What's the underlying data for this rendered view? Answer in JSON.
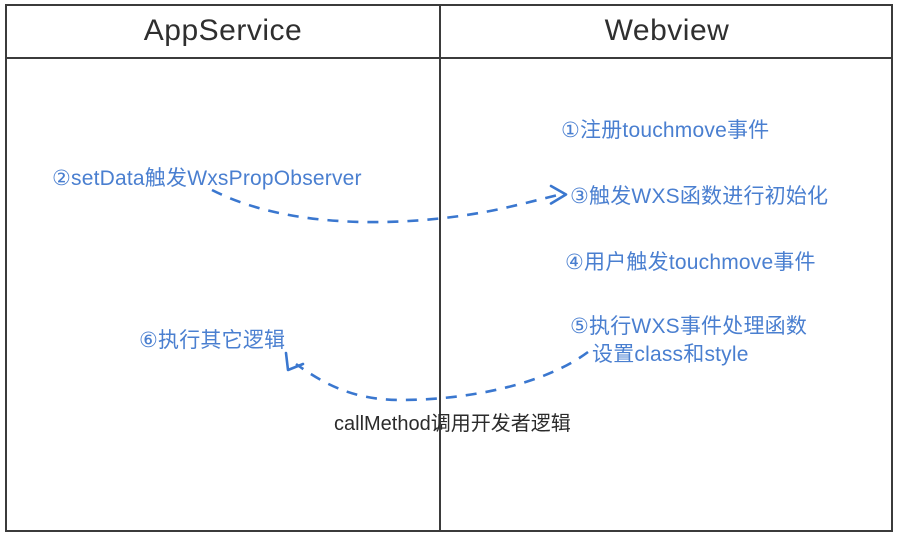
{
  "diagram": {
    "title_left": "AppService",
    "title_right": "Webview",
    "accent_color": "#4a7fd0",
    "border_color": "#3b3b3b",
    "text_color": "#2b2b2b",
    "columns": [
      {
        "name": "AppService",
        "label": "AppService"
      },
      {
        "name": "Webview",
        "label": "Webview"
      }
    ],
    "steps": {
      "step1": "①注册touchmove事件",
      "step2": "②setData触发WxsPropObserver",
      "step3": "③触发WXS函数进行初始化",
      "step4": "④用户触发touchmove事件",
      "step5_line1": "⑤执行WXS事件处理函数",
      "step5_line2": "设置class和style",
      "step6": "⑥执行其它逻辑"
    },
    "annotations": {
      "call_method": "callMethod调用开发者逻辑"
    },
    "arrows": [
      {
        "name": "arrow-setdata-to-wxs",
        "from": "AppService step2",
        "to": "Webview step3",
        "style": "dashed",
        "direction": "left-to-right"
      },
      {
        "name": "arrow-callmethod-to-other-logic",
        "from": "Webview step5",
        "to": "AppService step6",
        "style": "dashed",
        "direction": "right-to-left"
      }
    ]
  }
}
